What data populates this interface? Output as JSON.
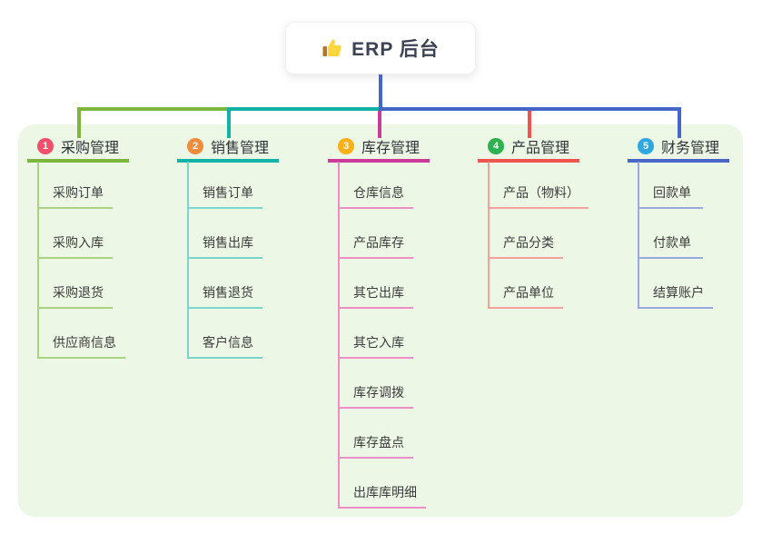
{
  "app": {
    "background_color": "#ffffff",
    "panel_background_color": "#ecf7e5"
  },
  "root": {
    "icon": "thumbs-up-icon",
    "label": "ERP 后台",
    "line_color": "#4866c8"
  },
  "branches": [
    {
      "number": "1",
      "title": "采购管理",
      "badge_color": "#f1506c",
      "line_color": "#7cb63c",
      "child_line_color": "#a9d37e",
      "children": [
        "采购订单",
        "采购入库",
        "采购退货",
        "供应商信息"
      ]
    },
    {
      "number": "2",
      "title": "销售管理",
      "badge_color": "#f08c3c",
      "line_color": "#10b3a6",
      "child_line_color": "#7ad6cc",
      "children": [
        "销售订单",
        "销售出库",
        "销售退货",
        "客户信息"
      ]
    },
    {
      "number": "3",
      "title": "库存管理",
      "badge_color": "#fbb117",
      "line_color": "#ce3a9c",
      "child_line_color": "#ee8ec6",
      "children": [
        "仓库信息",
        "产品库存",
        "其它出库",
        "其它入库",
        "库存调拨",
        "库存盘点",
        "出库库明细"
      ]
    },
    {
      "number": "4",
      "title": "产品管理",
      "badge_color": "#2eb150",
      "line_color": "#f0544e",
      "child_line_color": "#f6a09a",
      "children": [
        "产品（物料）",
        "产品分类",
        "产品单位"
      ]
    },
    {
      "number": "5",
      "title": "财务管理",
      "badge_color": "#2fa7e0",
      "line_color": "#4866c8",
      "child_line_color": "#98a9dd",
      "children": [
        "回款单",
        "付款单",
        "结算账户"
      ]
    }
  ]
}
